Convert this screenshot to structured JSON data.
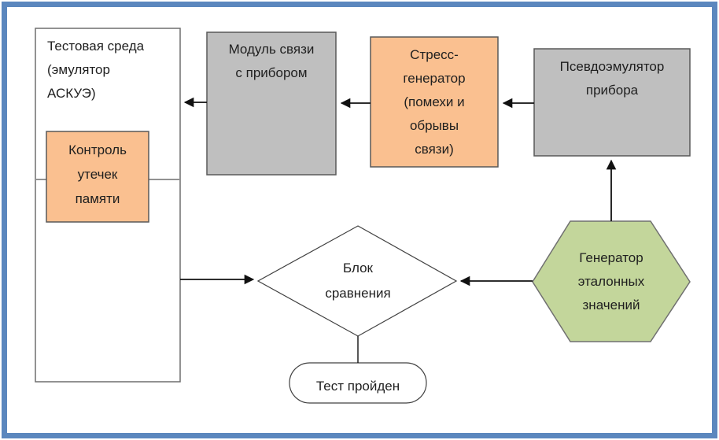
{
  "diagram": {
    "title": "",
    "frame_color": "#5b87be",
    "colors": {
      "orange": "#FAC090",
      "gray": "#BFBFBF",
      "green": "#C3D69B",
      "arrow": "#111111"
    },
    "nodes": {
      "test_env": {
        "label": "Тестовая среда\n(эмулятор\nАСКУЭ)",
        "shape": "rectangle",
        "fill": "#FFFFFF"
      },
      "memory_leak": {
        "label": "Контроль\nутечек\nпамяти",
        "shape": "rectangle",
        "fill": "#FAC090"
      },
      "comm_module": {
        "label": "Модуль связи\nс прибором",
        "shape": "rectangle",
        "fill": "#BFBFBF"
      },
      "stress_gen": {
        "label": "Стресс-\nгенератор\n(помехи и\nобрывы\nсвязи)",
        "shape": "rectangle",
        "fill": "#FAC090"
      },
      "pseudo_emulator": {
        "label": "Псевдоэмулятор\nприбора",
        "shape": "rectangle",
        "fill": "#BFBFBF"
      },
      "ref_generator": {
        "label": "Генератор\nэталонных\nзначений",
        "shape": "hexagon",
        "fill": "#C3D69B"
      },
      "compare_block": {
        "label": "Блок\nсравнения",
        "shape": "diamond",
        "fill": "#FFFFFF"
      },
      "test_passed": {
        "label": "Тест пройден",
        "shape": "stadium",
        "fill": "#FFFFFF"
      }
    },
    "edges": [
      {
        "from": "comm_module",
        "to": "test_env",
        "arrow": true
      },
      {
        "from": "stress_gen",
        "to": "comm_module",
        "arrow": true
      },
      {
        "from": "pseudo_emulator",
        "to": "stress_gen",
        "arrow": true
      },
      {
        "from": "ref_generator",
        "to": "pseudo_emulator",
        "arrow": true
      },
      {
        "from": "ref_generator",
        "to": "compare_block",
        "arrow": true
      },
      {
        "from": "test_env",
        "to": "compare_block",
        "arrow": true
      },
      {
        "from": "compare_block",
        "to": "test_passed",
        "arrow": false
      }
    ]
  }
}
